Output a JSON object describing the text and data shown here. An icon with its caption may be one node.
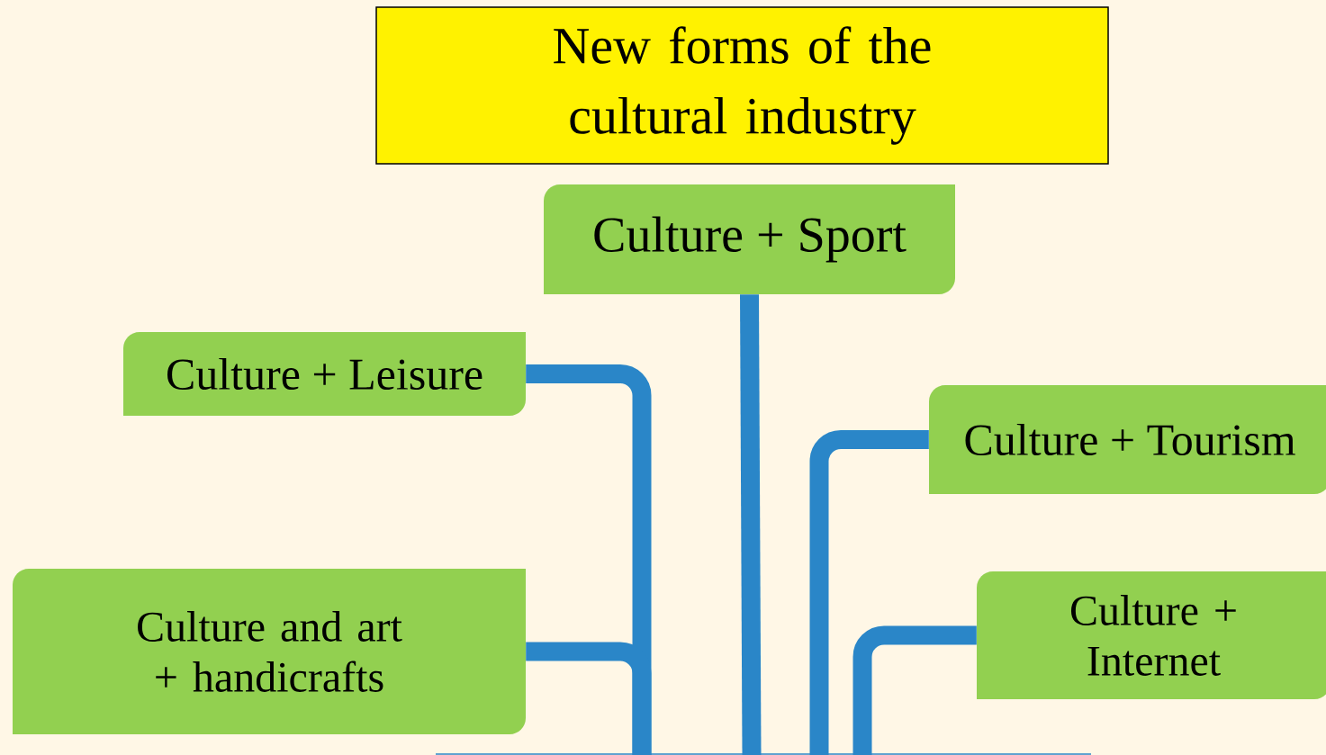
{
  "diagram": {
    "title": "New forms of the cultural industry",
    "nodes": [
      {
        "text": [
          "Culture + Sport"
        ]
      },
      {
        "text": [
          "Culture + Leisure"
        ]
      },
      {
        "text": [
          "Culture + Tourism"
        ]
      },
      {
        "text": [
          "Culture and art + handicrafts"
        ]
      },
      {
        "text": [
          "Culture + Internet"
        ]
      }
    ],
    "edges": [
      {
        "from": 0,
        "to": null,
        "arrow": "none"
      },
      {
        "from": 1,
        "to": null,
        "arrow": "none"
      },
      {
        "from": 2,
        "to": null,
        "arrow": "none"
      },
      {
        "from": 3,
        "to": null,
        "arrow": "none"
      },
      {
        "from": 4,
        "to": null,
        "arrow": "none"
      }
    ]
  }
}
